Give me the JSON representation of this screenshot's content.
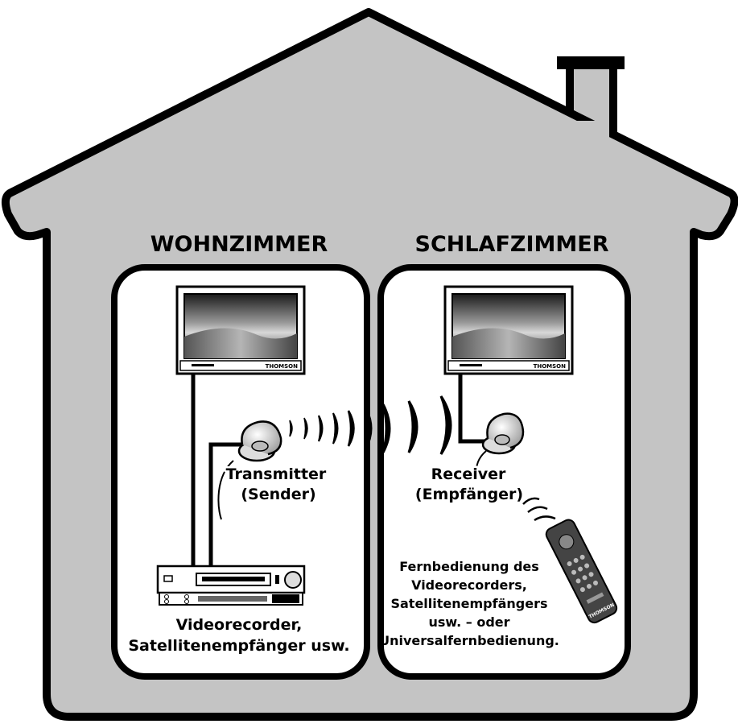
{
  "rooms": {
    "living": "WOHNZIMMER",
    "bedroom": "SCHLAFZIMMER"
  },
  "devices": {
    "tv_brand": "THOMSON",
    "transmitter_line1": "Transmitter",
    "transmitter_line2": "(Sender)",
    "receiver_line1": "Receiver",
    "receiver_line2": "(Empfänger)",
    "source_line1": "Videorecorder,",
    "source_line2": "Satellitenempfänger usw.",
    "remote_line1": "Fernbedienung des",
    "remote_line2": "Videorecorders,",
    "remote_line3": "Satellitenempfängers",
    "remote_line4": "usw. – oder",
    "remote_line5": "Universalfernbedienung.",
    "remote_brand": "THOMSON"
  },
  "colors": {
    "house_fill": "#c4c4c4",
    "room_fill": "#ffffff",
    "outline": "#000000"
  },
  "icons": [
    "house-outline",
    "chimney",
    "tv-set",
    "satellite-dish",
    "signal-waves",
    "vcr",
    "sat-receiver",
    "remote-control"
  ]
}
